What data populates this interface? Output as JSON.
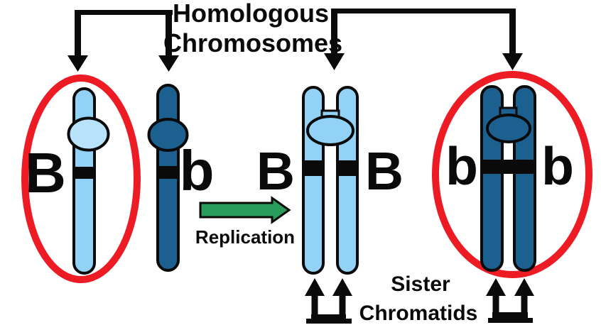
{
  "diagram": {
    "title_line1": "Homologous",
    "title_line2": "Chromosomes",
    "replication_label": "Replication",
    "sister_line1": "Sister",
    "sister_line2": "Chromatids",
    "alleles": {
      "single_light": "B",
      "single_dark": "b",
      "pair_light_left": "B",
      "pair_light_right": "B",
      "pair_dark_left": "b",
      "pair_dark_right": "b"
    },
    "colors": {
      "light_blue": "#92d2f6",
      "light_blue_centromere": "#b9e3fb",
      "dark_blue": "#1c6090",
      "highlight_red": "#ed1c24",
      "arrow_green": "#2a9d5c"
    }
  }
}
